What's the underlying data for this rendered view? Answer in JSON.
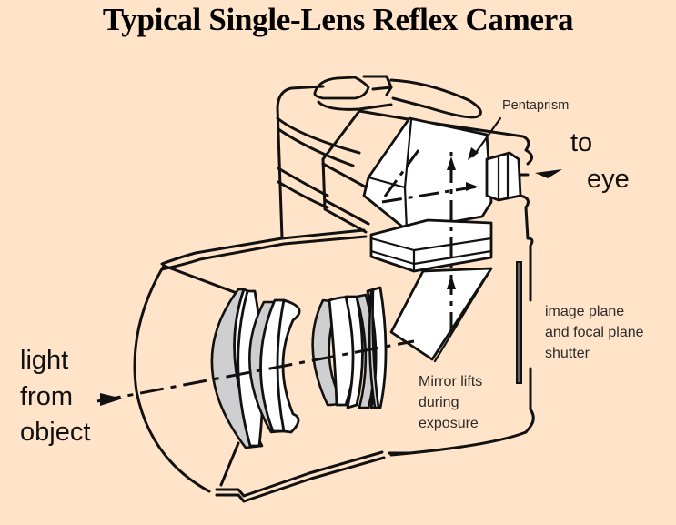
{
  "title": "Typical Single-Lens Reflex Camera",
  "labels": {
    "pentaprism": "Pentaprism",
    "to_eye_line1": "to",
    "to_eye_line2": "eye",
    "image_plane_line1": "image plane",
    "image_plane_line2": "and focal plane",
    "image_plane_line3": "shutter",
    "mirror_line1": "Mirror lifts",
    "mirror_line2": "during",
    "mirror_line3": "exposure",
    "light_line1": "light",
    "light_line2": "from",
    "light_line3": "object"
  },
  "components": [
    {
      "id": "camera-body",
      "name": "Camera body"
    },
    {
      "id": "pentaprism",
      "name": "Pentaprism"
    },
    {
      "id": "focusing-screen",
      "name": "Focusing screen / condenser"
    },
    {
      "id": "eyepiece",
      "name": "Eyepiece"
    },
    {
      "id": "reflex-mirror",
      "name": "Reflex mirror"
    },
    {
      "id": "lens-front-group",
      "name": "Front lens group"
    },
    {
      "id": "lens-rear-group",
      "name": "Rear lens group"
    },
    {
      "id": "image-plane",
      "name": "Image plane / focal plane shutter"
    },
    {
      "id": "optical-path",
      "name": "Light path"
    }
  ],
  "colors": {
    "background": "#ffe4c9",
    "line": "#111111",
    "lens_shade": "#cfcfd2",
    "fill": "#ffffff"
  }
}
